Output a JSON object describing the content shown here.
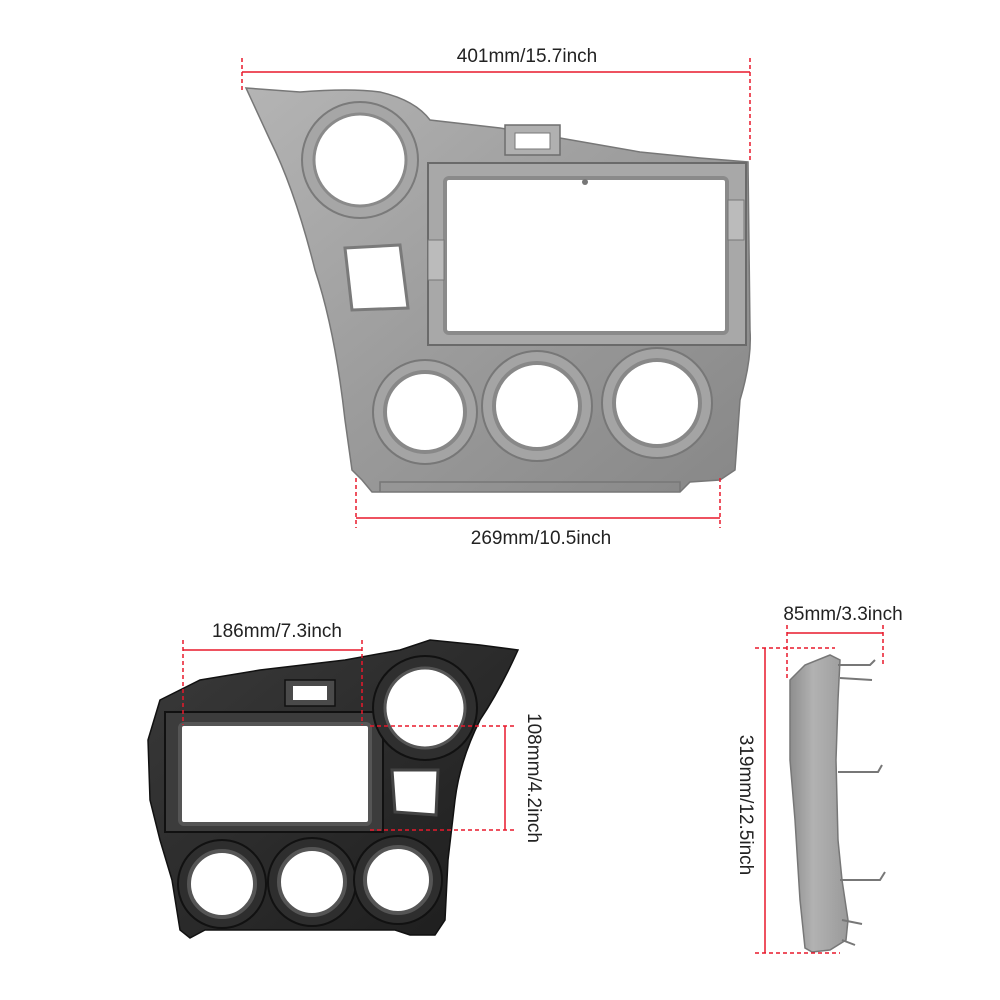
{
  "colors": {
    "dimension_line": "#e8192c",
    "panel_front": "#9a9a9a",
    "panel_back": "#2a2a2a",
    "label_text": "#222222"
  },
  "dimensions": {
    "overall_width": "401mm/15.7inch",
    "bottom_width": "269mm/10.5inch",
    "screen_width": "186mm/7.3inch",
    "screen_height": "108mm/4.2inch",
    "depth": "85mm/3.3inch",
    "height": "319mm/12.5inch"
  },
  "views": [
    "front-view",
    "back-view",
    "side-view"
  ]
}
